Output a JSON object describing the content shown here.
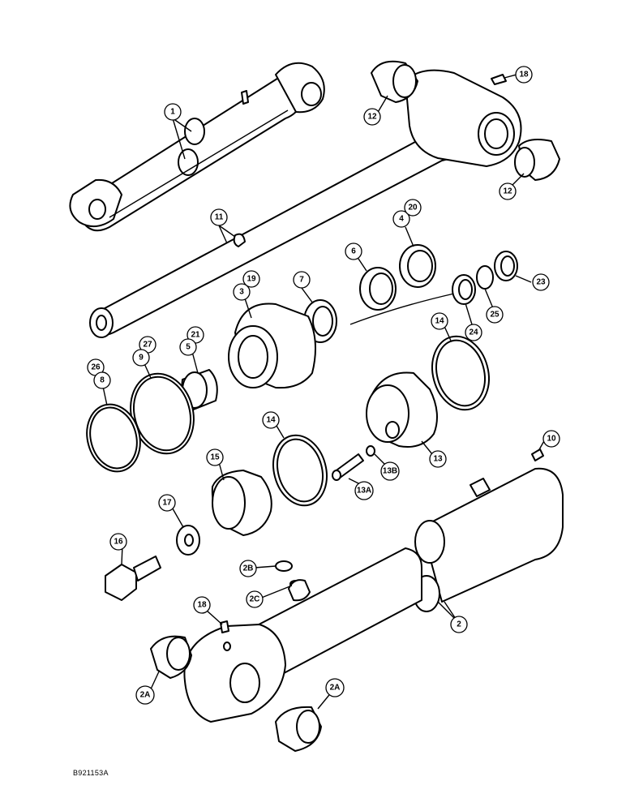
{
  "figure_ref": "B921153A",
  "callouts": [
    {
      "id": "1",
      "label": "1"
    },
    {
      "id": "12a",
      "label": "12"
    },
    {
      "id": "12b",
      "label": "12"
    },
    {
      "id": "18a",
      "label": "18"
    },
    {
      "id": "11",
      "label": "11"
    },
    {
      "id": "4",
      "label": "4"
    },
    {
      "id": "20",
      "label": "20"
    },
    {
      "id": "6",
      "label": "6"
    },
    {
      "id": "7",
      "label": "7"
    },
    {
      "id": "19",
      "label": "19"
    },
    {
      "id": "3",
      "label": "3"
    },
    {
      "id": "23",
      "label": "23"
    },
    {
      "id": "25",
      "label": "25"
    },
    {
      "id": "24",
      "label": "24"
    },
    {
      "id": "14a",
      "label": "14"
    },
    {
      "id": "21",
      "label": "21"
    },
    {
      "id": "5",
      "label": "5"
    },
    {
      "id": "27",
      "label": "27"
    },
    {
      "id": "9",
      "label": "9"
    },
    {
      "id": "26",
      "label": "26"
    },
    {
      "id": "8",
      "label": "8"
    },
    {
      "id": "14b",
      "label": "14"
    },
    {
      "id": "13",
      "label": "13"
    },
    {
      "id": "13B",
      "label": "13B"
    },
    {
      "id": "13A",
      "label": "13A"
    },
    {
      "id": "10",
      "label": "10"
    },
    {
      "id": "15",
      "label": "15"
    },
    {
      "id": "17",
      "label": "17"
    },
    {
      "id": "16",
      "label": "16"
    },
    {
      "id": "2B",
      "label": "2B"
    },
    {
      "id": "2C",
      "label": "2C"
    },
    {
      "id": "18b",
      "label": "18"
    },
    {
      "id": "2",
      "label": "2"
    },
    {
      "id": "2Aa",
      "label": "2A"
    },
    {
      "id": "2Ab",
      "label": "2A"
    }
  ]
}
